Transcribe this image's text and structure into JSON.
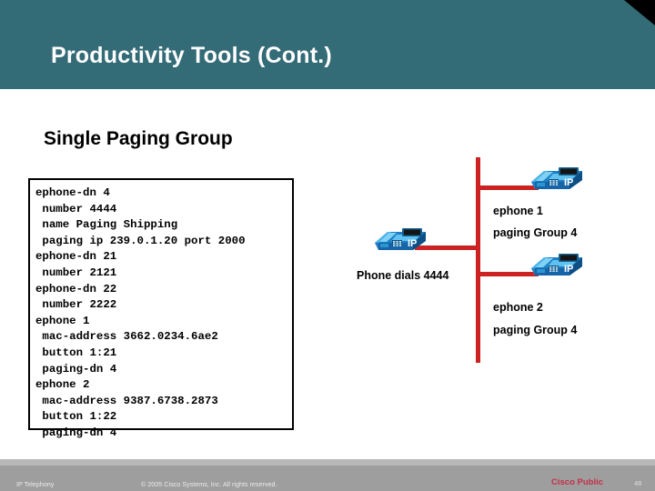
{
  "slide": {
    "title": "Productivity Tools (Cont.)",
    "subtitle": "Single Paging Group",
    "header_color": "#336b77",
    "accent_color": "#cc2222"
  },
  "code_block": {
    "lines": [
      "ephone-dn 4",
      " number 4444",
      " name Paging Shipping",
      " paging ip 239.0.1.20 port 2000",
      "ephone-dn 21",
      " number 2121",
      "ephone-dn 22",
      " number 2222",
      "ephone 1",
      " mac-address 3662.0234.6ae2",
      " button 1:21",
      " paging-dn 4",
      "ephone 2",
      " mac-address 9387.6738.2873",
      " button 1:22",
      " paging-dn 4"
    ]
  },
  "diagram": {
    "labels": {
      "ephone1": "ephone 1",
      "paging_group1": "paging Group 4",
      "ephone2": "ephone 2",
      "paging_group2": "paging Group 4",
      "phone_dials": "Phone dials 4444"
    },
    "phone_icon_text": "IP",
    "icon_names": {
      "ephone1": "ip-phone-icon",
      "caller": "ip-phone-icon",
      "ephone2": "ip-phone-icon"
    }
  },
  "footer": {
    "topic": "IP Telephony",
    "copyright": "© 2005 Cisco Systems, Inc. All rights reserved.",
    "public_label": "Cisco Public",
    "page_number": "48"
  }
}
